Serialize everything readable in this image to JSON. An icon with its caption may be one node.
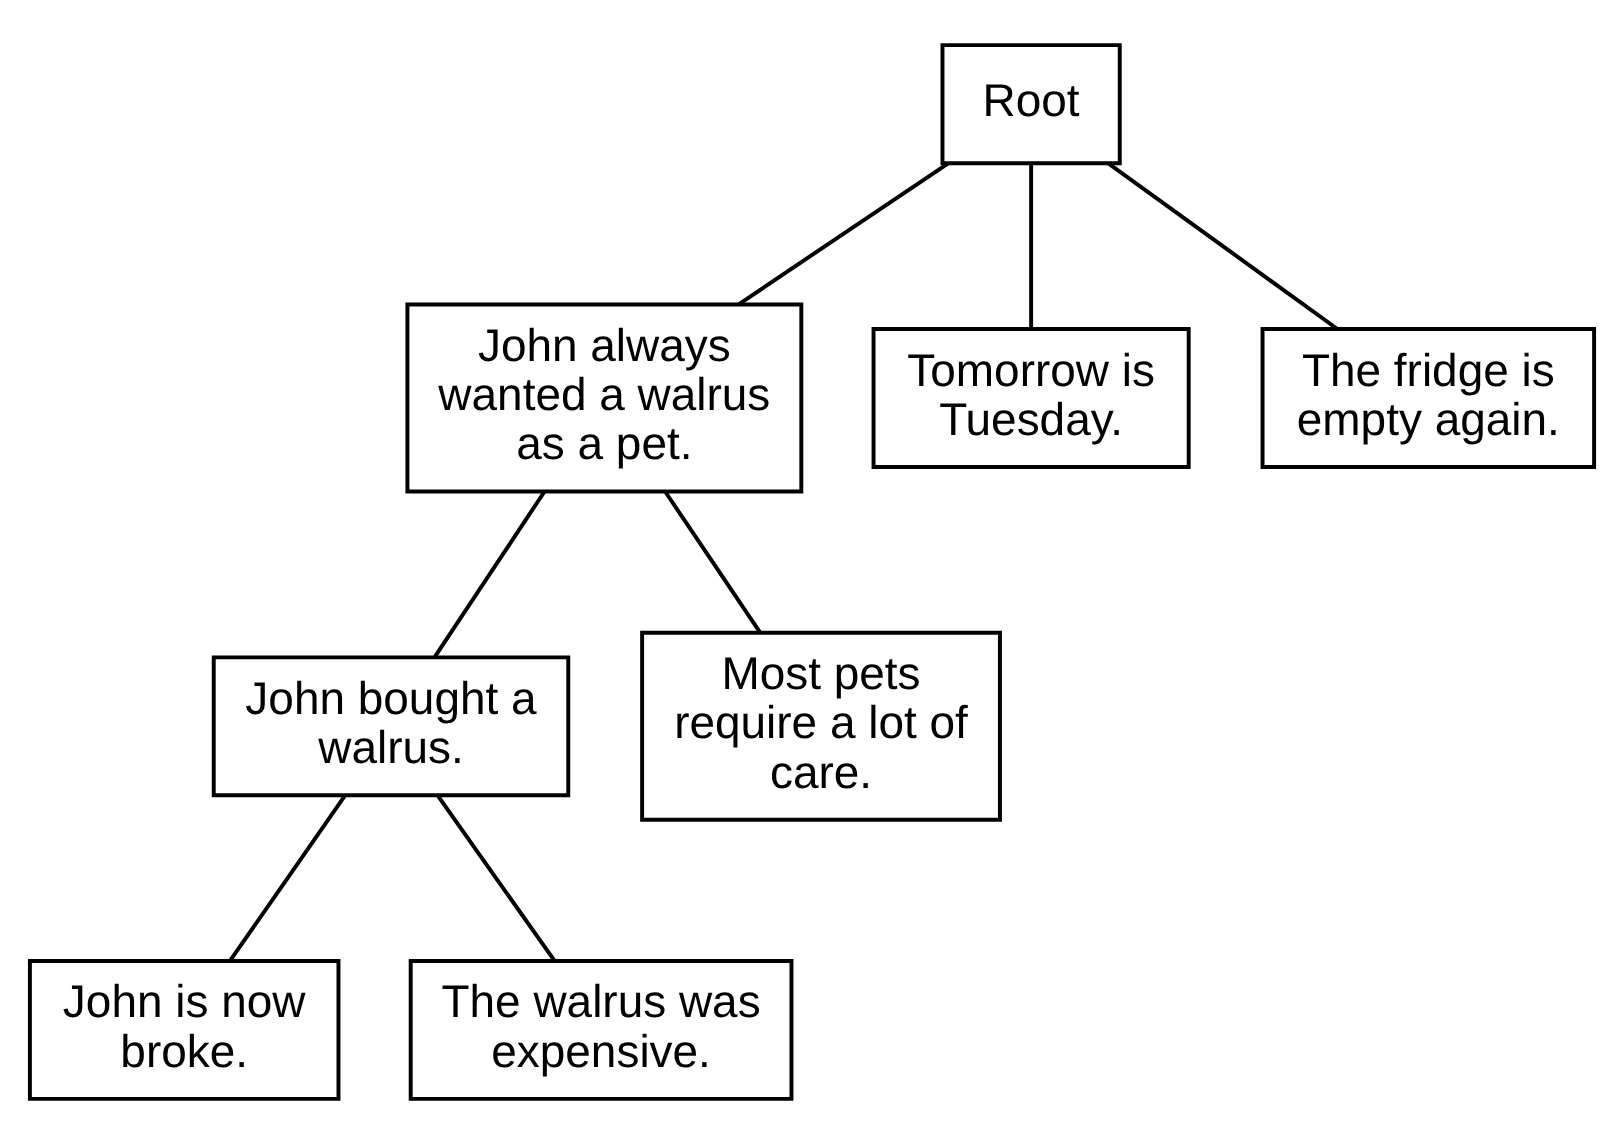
{
  "diagram": {
    "nodes": [
      {
        "text": [
          "Root"
        ]
      },
      {
        "text": [
          "John always wanted a walrus as a pet."
        ]
      },
      {
        "text": [
          "Tomorrow is Tuesday."
        ]
      },
      {
        "text": [
          "The fridge is empty again."
        ]
      },
      {
        "text": [
          "John bought a walrus."
        ]
      },
      {
        "text": [
          "Most pets require a lot of care."
        ]
      },
      {
        "text": [
          "John is now broke."
        ]
      },
      {
        "text": [
          "The walrus was expensive."
        ]
      }
    ],
    "edges": [
      {
        "from": 0,
        "to": 1,
        "arrow": "none"
      },
      {
        "from": 0,
        "to": 2,
        "arrow": "none"
      },
      {
        "from": 0,
        "to": 3,
        "arrow": "none"
      },
      {
        "from": 1,
        "to": 4,
        "arrow": "none"
      },
      {
        "from": 1,
        "to": 5,
        "arrow": "none"
      },
      {
        "from": 4,
        "to": 6,
        "arrow": "none"
      },
      {
        "from": 4,
        "to": 7,
        "arrow": "none"
      }
    ]
  }
}
